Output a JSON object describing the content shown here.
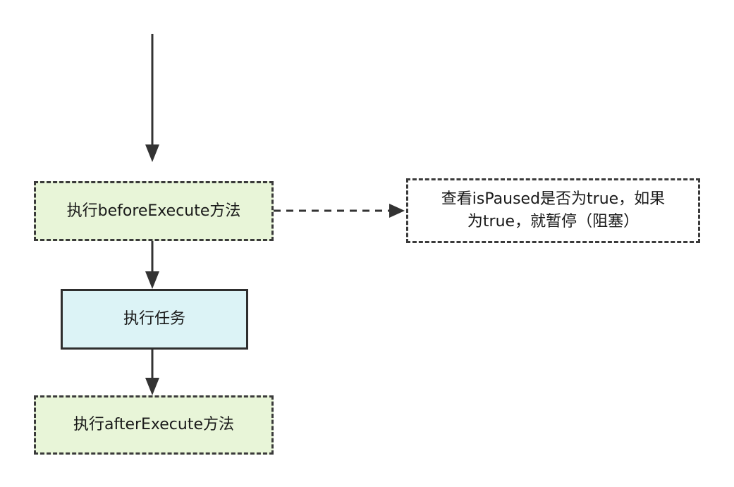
{
  "nodes": {
    "before_execute": {
      "label": "执行beforeExecute方法"
    },
    "execute_task": {
      "label": "执行任务"
    },
    "after_execute": {
      "label": "执行afterExecute方法"
    },
    "check_paused": {
      "line1": "查看isPaused是否为true，如果",
      "line2": "为true，就暂停（阻塞）"
    }
  },
  "colors": {
    "green_fill": "#e8f5d8",
    "cyan_fill": "#dcf3f6",
    "white_fill": "#ffffff",
    "stroke": "#333333"
  }
}
